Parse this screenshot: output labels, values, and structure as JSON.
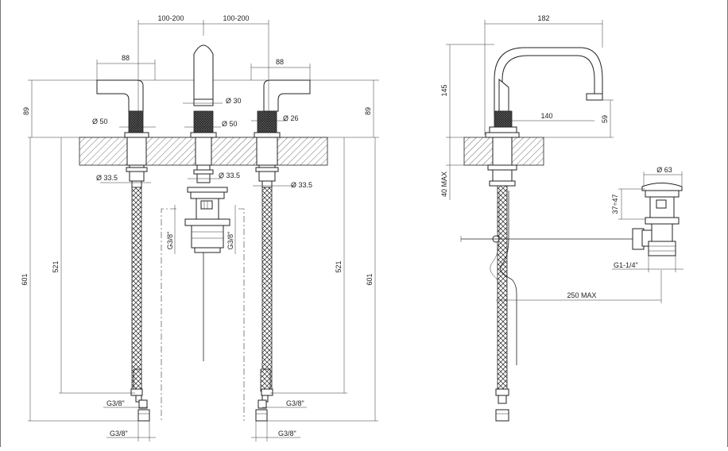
{
  "left_view": {
    "spread_left": "100-200",
    "spread_right": "100-200",
    "handle_width_left": "88",
    "handle_width_right": "88",
    "spout_diameter": "Ø 30",
    "spout_base_diameter": "Ø 50",
    "left_base_diameter": "Ø 50",
    "right_base_diameter": "Ø 26",
    "under_counter_left": "Ø 33.5",
    "under_counter_center": "Ø 33.5",
    "under_counter_right": "Ø 33.5",
    "height_left": "89",
    "height_right": "89",
    "total_length_left": "601",
    "total_length_right": "601",
    "hose_length_left": "521",
    "hose_length_right": "521",
    "waste_thread_left": "G3/8\"",
    "waste_thread_right": "G3/8\"",
    "hose_thread_upper_left": "G3/8\"",
    "hose_thread_upper_right": "G3/8\"",
    "hose_thread_lower_left": "G3/8\"",
    "hose_thread_lower_right": "G3/8\""
  },
  "right_view": {
    "spout_reach_total": "182",
    "spout_height": "145",
    "spout_projection": "140",
    "spout_clearance": "59",
    "counter_max": "40 MAX",
    "waste_diameter": "Ø 63",
    "waste_height": "37÷47",
    "waste_thread": "G1-1/4\"",
    "rod_length": "250 MAX"
  }
}
